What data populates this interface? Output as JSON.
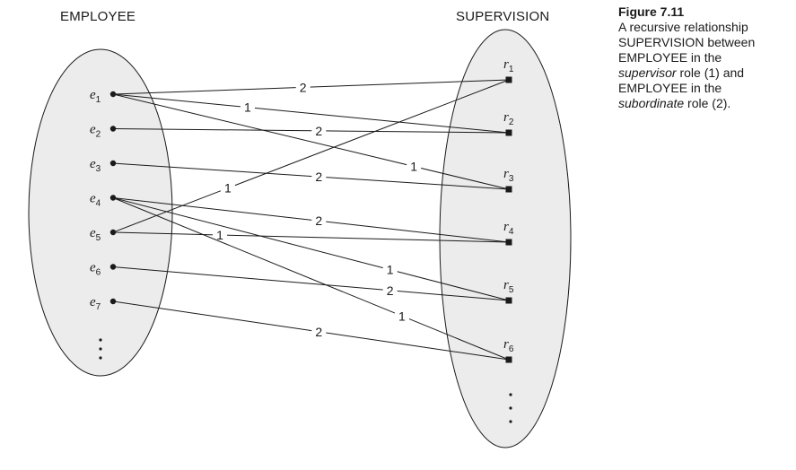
{
  "diagram": {
    "entity_set": {
      "title": "EMPLOYEE"
    },
    "relationship_set": {
      "title": "SUPERVISION"
    },
    "entities": [
      {
        "id": "e1",
        "letter": "e",
        "sub": "1"
      },
      {
        "id": "e2",
        "letter": "e",
        "sub": "2"
      },
      {
        "id": "e3",
        "letter": "e",
        "sub": "3"
      },
      {
        "id": "e4",
        "letter": "e",
        "sub": "4"
      },
      {
        "id": "e5",
        "letter": "e",
        "sub": "5"
      },
      {
        "id": "e6",
        "letter": "e",
        "sub": "6"
      },
      {
        "id": "e7",
        "letter": "e",
        "sub": "7"
      }
    ],
    "relationships": [
      {
        "id": "r1",
        "letter": "r",
        "sub": "1"
      },
      {
        "id": "r2",
        "letter": "r",
        "sub": "2"
      },
      {
        "id": "r3",
        "letter": "r",
        "sub": "3"
      },
      {
        "id": "r4",
        "letter": "r",
        "sub": "4"
      },
      {
        "id": "r5",
        "letter": "r",
        "sub": "5"
      },
      {
        "id": "r6",
        "letter": "r",
        "sub": "6"
      }
    ],
    "links": [
      {
        "from": "e1",
        "to": "r1",
        "role": "2"
      },
      {
        "from": "e1",
        "to": "r2",
        "role": "1"
      },
      {
        "from": "e1",
        "to": "r3",
        "role": "1"
      },
      {
        "from": "e2",
        "to": "r2",
        "role": "2"
      },
      {
        "from": "e3",
        "to": "r3",
        "role": "2"
      },
      {
        "from": "e5",
        "to": "r1",
        "role": "1"
      },
      {
        "from": "e4",
        "to": "r4",
        "role": "2"
      },
      {
        "from": "e5",
        "to": "r4",
        "role": "1"
      },
      {
        "from": "e4",
        "to": "r5",
        "role": "1"
      },
      {
        "from": "e6",
        "to": "r5",
        "role": "2"
      },
      {
        "from": "e4",
        "to": "r6",
        "role": "1"
      },
      {
        "from": "e7",
        "to": "r6",
        "role": "2"
      }
    ]
  },
  "caption": {
    "title": "Figure 7.11",
    "line1": "A recursive relationship",
    "line2": "SUPERVISION between",
    "line3": "EMPLOYEE in the",
    "line4_em": "supervisor",
    "line4_rest": " role (1) and",
    "line5": "EMPLOYEE in the",
    "line6_em": "subordinate",
    "line6_rest": " role (2)."
  }
}
